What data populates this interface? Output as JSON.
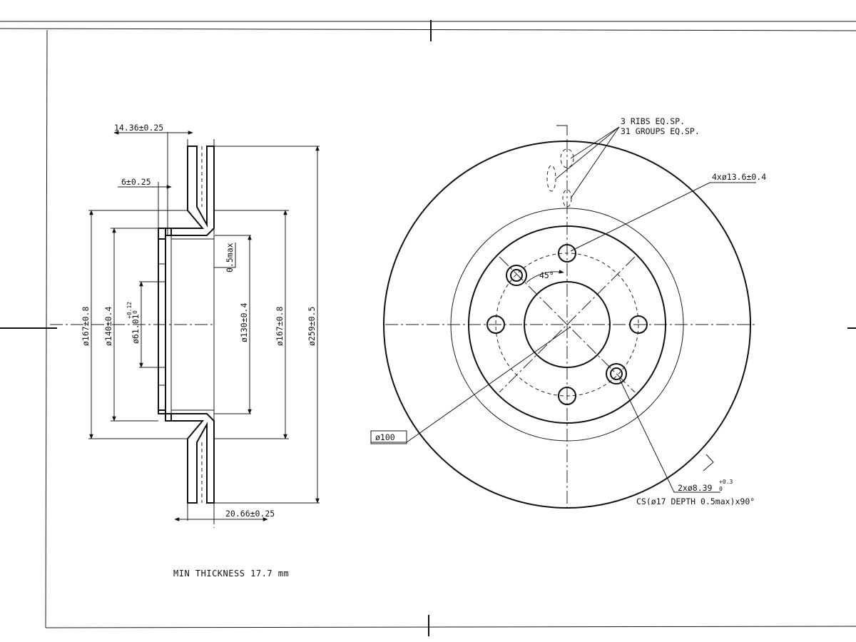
{
  "drawing": {
    "section_view": {
      "dims": {
        "top_width": "14.36±0.25",
        "hub_width": "6±0.25",
        "bottom_width": "20.66±0.25",
        "d167_left": "ø167±0.8",
        "d140": "ø140±0.4",
        "d61": "ø61.01",
        "d61_tol_upper": "+0.12",
        "d61_tol_lower": "0",
        "runout": "0.5max",
        "d130": "ø130±0.4",
        "d167_right": "ø167±0.8",
        "d259": "ø259±0.5"
      }
    },
    "front_view": {
      "ribs_note_1": "3 RIBS EQ.SP.",
      "ribs_note_2": "31 GROUPS EQ.SP.",
      "bolt_holes": "4xø13.6±0.4",
      "angle": "45°",
      "pcd": "ø100",
      "pin_holes": "2xø8.39",
      "pin_tol_upper": "+0.3",
      "pin_tol_lower": "0",
      "countersink": "CS(ø17 DEPTH 0.5max)x90°"
    },
    "note": "MIN THICKNESS 17.7 mm"
  }
}
